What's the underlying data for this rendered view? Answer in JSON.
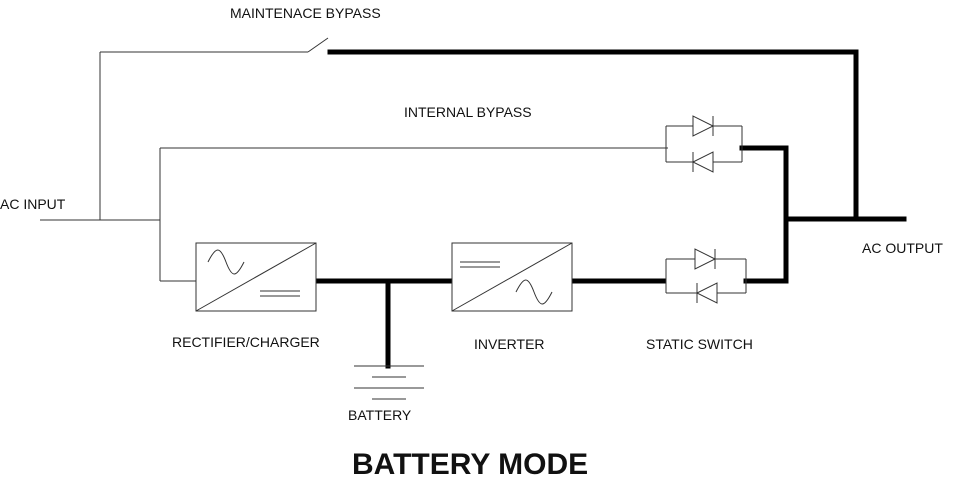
{
  "labels": {
    "maintenance_bypass": "MAINTENACE BYPASS",
    "internal_bypass": "INTERNAL BYPASS",
    "ac_input": "AC INPUT",
    "ac_output": "AC OUTPUT",
    "rectifier": "RECTIFIER/CHARGER",
    "inverter": "INVERTER",
    "static_switch": "STATIC SWITCH",
    "battery": "BATTERY"
  },
  "title": "BATTERY MODE",
  "colors": {
    "line": "#000000",
    "thin_line": "#333333",
    "background": "#ffffff"
  }
}
